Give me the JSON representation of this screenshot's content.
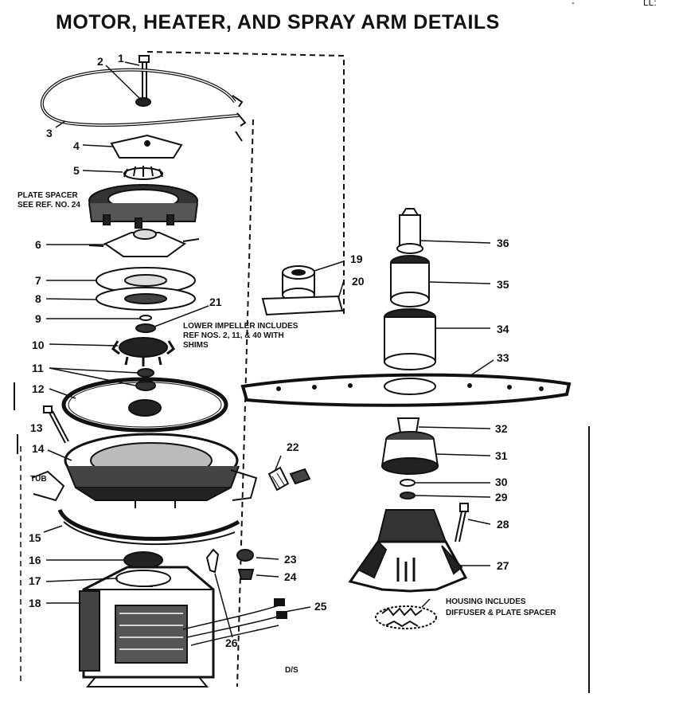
{
  "title": "MOTOR, HEATER, AND SPRAY ARM DETAILS",
  "corner_marks": [
    "-",
    "LL:"
  ],
  "notes": {
    "plate_spacer_1": "PLATE SPACER",
    "plate_spacer_2": "SEE REF. NO. 24",
    "impeller_1": "LOWER IMPELLER INCLUDES",
    "impeller_2": "REF NOS. 2, 11, & 40 WITH",
    "impeller_3": "SHIMS",
    "tub": "TUB",
    "housing_1": "HOUSING INCLUDES",
    "housing_2": "DIFFUSER & PLATE SPACER",
    "ds": "D/S"
  },
  "callouts": {
    "c1": "1",
    "c2": "2",
    "c3": "3",
    "c4": "4",
    "c5": "5",
    "c6": "6",
    "c7": "7",
    "c8": "8",
    "c9": "9",
    "c10": "10",
    "c11": "11",
    "c12": "12",
    "c13": "13",
    "c14": "14",
    "c15": "15",
    "c16": "16",
    "c17": "17",
    "c18": "18",
    "c19": "19",
    "c20": "20",
    "c21": "21",
    "c22": "22",
    "c23": "23",
    "c24": "24",
    "c25": "25",
    "c26": "26",
    "c27": "27",
    "c28": "28",
    "c29": "29",
    "c30": "30",
    "c31": "31",
    "c32": "32",
    "c33": "33",
    "c34": "34",
    "c35": "35",
    "c36": "36"
  }
}
